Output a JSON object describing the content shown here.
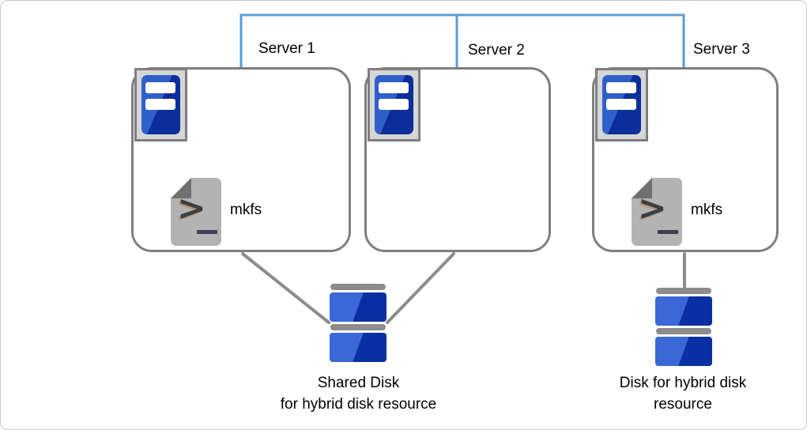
{
  "colors": {
    "network_line": "#5B9BD5",
    "box_border": "#7F7F7F",
    "connector_gray": "#8C8C8C",
    "server_blue_light": "#2F5FC9",
    "server_blue_dark": "#0B2E9B",
    "disk_blue_light": "#3A68D6",
    "disk_blue_dark": "#0A2FA4",
    "disk_cap_gray": "#8C8C8C",
    "script_doc_gray": "#B3B3B3",
    "script_fold_gray": "#707070",
    "script_glyph": "#3B3F46",
    "frame_border": "#C9C9C9",
    "text": "#000000"
  },
  "servers": [
    {
      "label": "Server 1",
      "has_mkfs": true,
      "mkfs_label": "mkfs"
    },
    {
      "label": "Server 2",
      "has_mkfs": false
    },
    {
      "label": "Server 3",
      "has_mkfs": true,
      "mkfs_label": "mkfs"
    }
  ],
  "disks": [
    {
      "name": "shared-disk",
      "lines": [
        "Shared Disk",
        "for hybrid disk resource"
      ]
    },
    {
      "name": "hybrid-disk",
      "lines": [
        "Disk for hybrid disk",
        "resource"
      ]
    }
  ]
}
